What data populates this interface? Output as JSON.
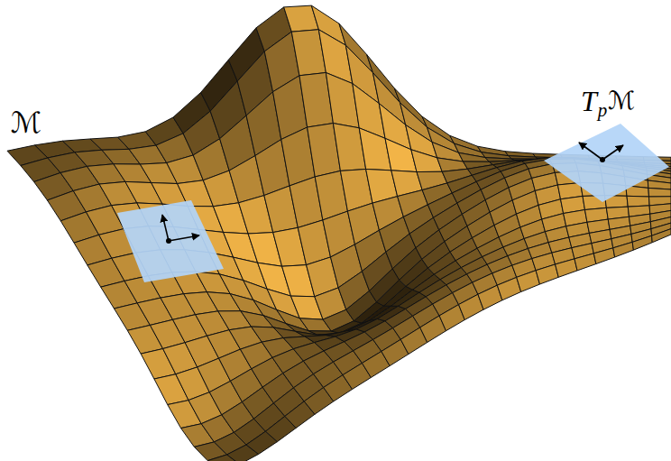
{
  "diagram": {
    "labels": [
      "ℳ",
      "T",
      "p",
      "ℳ"
    ]
  }
}
